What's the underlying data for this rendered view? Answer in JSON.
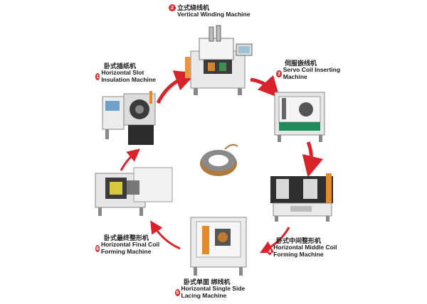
{
  "colors": {
    "arrow": "#d9232b",
    "badge": "#d8262b",
    "machine_body": "#e8e8e8",
    "machine_dark": "#3a3a3a",
    "accent_orange": "#e58a2a",
    "accent_green": "#1f8a5a"
  },
  "steps": [
    {
      "num": "2",
      "cn": "立式绕线机",
      "en": "Vertical Winding Machine"
    },
    {
      "num": "3",
      "cn": "伺服嵌线机",
      "en": "Servo Coil Inserting Machine"
    },
    {
      "num": "4",
      "cn": "卧式中间整形机",
      "en": "Horizontal Middle Coil Forming Machine"
    },
    {
      "num": "5",
      "cn": "卧式单面 绑线机",
      "en": "Horizontal Single Side Lacing Machine"
    },
    {
      "num": "6",
      "cn": "卧式最终整形机",
      "en": "Horizontal Final Coil Forming Machine"
    },
    {
      "num": "1",
      "cn": "卧式插纸机",
      "en": "Horizontal Slot Insulation Machine"
    }
  ]
}
